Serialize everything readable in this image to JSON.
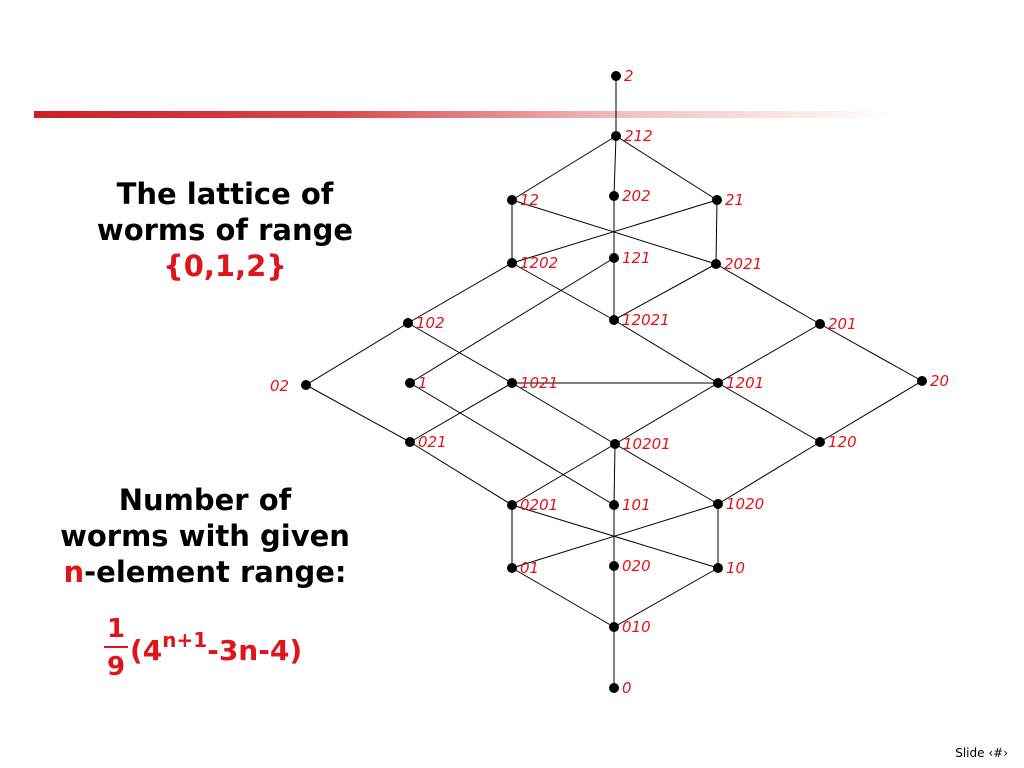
{
  "slide": {
    "title_line1": "The lattice of",
    "title_line2": "worms of range",
    "title_set": "{0,1,2}",
    "count_line1": "Number of",
    "count_line2": "worms with given",
    "count_var": "n",
    "count_line3_rest": "-element range:",
    "formula_num": "1",
    "formula_den": "9",
    "formula_open": "(4",
    "formula_exp": "n+1",
    "formula_close": "-3n-4)",
    "footer": "Slide ‹#›"
  },
  "colors": {
    "accent": "#e0141b",
    "rule_bar": "#cc1f24"
  },
  "lattice": {
    "nodes": [
      {
        "id": "2",
        "label": "2"
      },
      {
        "id": "212",
        "label": "212"
      },
      {
        "id": "12",
        "label": "12"
      },
      {
        "id": "202",
        "label": "202"
      },
      {
        "id": "21",
        "label": "21"
      },
      {
        "id": "1202",
        "label": "1202"
      },
      {
        "id": "121",
        "label": "121"
      },
      {
        "id": "2021",
        "label": "2021"
      },
      {
        "id": "102",
        "label": "102"
      },
      {
        "id": "12021",
        "label": "12021"
      },
      {
        "id": "201",
        "label": "201"
      },
      {
        "id": "02",
        "label": "02"
      },
      {
        "id": "1",
        "label": "1"
      },
      {
        "id": "1021",
        "label": "1021"
      },
      {
        "id": "1201",
        "label": "1201"
      },
      {
        "id": "20",
        "label": "20"
      },
      {
        "id": "021",
        "label": "021"
      },
      {
        "id": "10201",
        "label": "10201"
      },
      {
        "id": "120",
        "label": "120"
      },
      {
        "id": "0201",
        "label": "0201"
      },
      {
        "id": "101",
        "label": "101"
      },
      {
        "id": "1020",
        "label": "1020"
      },
      {
        "id": "01",
        "label": "01"
      },
      {
        "id": "020",
        "label": "020"
      },
      {
        "id": "10",
        "label": "10"
      },
      {
        "id": "010",
        "label": "010"
      },
      {
        "id": "0",
        "label": "0"
      }
    ],
    "edges": [
      [
        "2",
        "212"
      ],
      [
        "212",
        "12"
      ],
      [
        "212",
        "202"
      ],
      [
        "212",
        "21"
      ],
      [
        "12",
        "1202"
      ],
      [
        "202",
        "121"
      ],
      [
        "21",
        "2021"
      ],
      [
        "12",
        "2021"
      ],
      [
        "21",
        "1202"
      ],
      [
        "1202",
        "12021"
      ],
      [
        "121",
        "12021"
      ],
      [
        "2021",
        "12021"
      ],
      [
        "1202",
        "102"
      ],
      [
        "2021",
        "201"
      ],
      [
        "121",
        "1"
      ],
      [
        "12021",
        "1201"
      ],
      [
        "201",
        "1201"
      ],
      [
        "201",
        "20"
      ],
      [
        "102",
        "02"
      ],
      [
        "102",
        "1021"
      ],
      [
        "1",
        "101"
      ],
      [
        "1201",
        "1021"
      ],
      [
        "1201",
        "120"
      ],
      [
        "02",
        "021"
      ],
      [
        "1021",
        "10201"
      ],
      [
        "1021",
        "021"
      ],
      [
        "1201",
        "10201"
      ],
      [
        "20",
        "120"
      ],
      [
        "021",
        "0201"
      ],
      [
        "10201",
        "0201"
      ],
      [
        "10201",
        "101"
      ],
      [
        "10201",
        "1020"
      ],
      [
        "120",
        "1020"
      ],
      [
        "0201",
        "01"
      ],
      [
        "0201",
        "10"
      ],
      [
        "101",
        "020"
      ],
      [
        "1020",
        "10"
      ],
      [
        "1020",
        "01"
      ],
      [
        "01",
        "010"
      ],
      [
        "020",
        "010"
      ],
      [
        "10",
        "010"
      ],
      [
        "010",
        "0"
      ]
    ]
  }
}
